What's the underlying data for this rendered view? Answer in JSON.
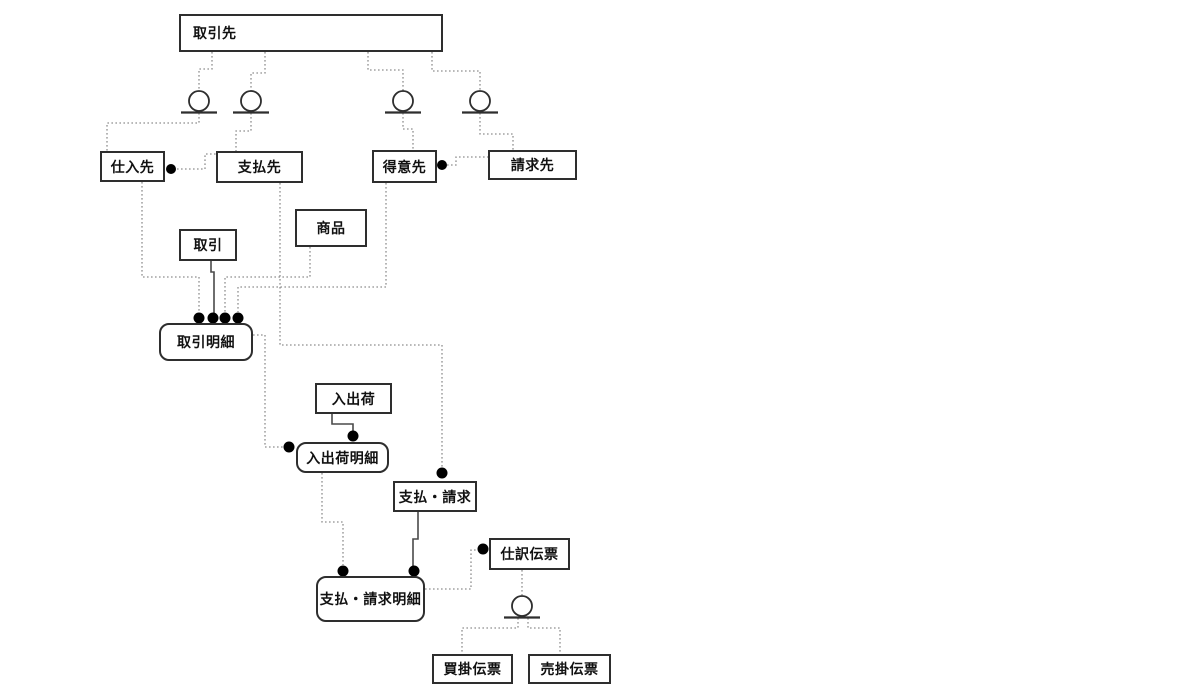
{
  "diagram": {
    "kind": "entity-relationship-diagram",
    "notation": "TM (T-style ER)",
    "colors": {
      "background": "#ffffff",
      "box_border": "#2e2e2e",
      "text": "#111111",
      "dotted_line": "#8f8f8f",
      "solid_line": "#4a4a4a",
      "identity_dot": "#000000"
    },
    "entities": {
      "torihikisaki": {
        "label": "取引先"
      },
      "shiiresaki": {
        "label": "仕入先"
      },
      "shiharaisaki": {
        "label": "支払先"
      },
      "tokuisaki": {
        "label": "得意先"
      },
      "seikyusaki": {
        "label": "請求先"
      },
      "shohin": {
        "label": "商品"
      },
      "torihiki": {
        "label": "取引"
      },
      "torihiki_meisai": {
        "label": "取引明細"
      },
      "nyushukka": {
        "label": "入出荷"
      },
      "nyushukka_meisai": {
        "label": "入出荷明細"
      },
      "shiharai_seikyu": {
        "label": "支払・請求"
      },
      "shiwake_denpyo": {
        "label": "仕訳伝票"
      },
      "shiharai_seikyu_meisai": {
        "label": "支払・請求明細"
      },
      "kaikake_denpyo": {
        "label": "買掛伝票"
      },
      "urikake_denpyo": {
        "label": "売掛伝票"
      }
    },
    "symbols": {
      "subset_symbol": "circle-with-bar",
      "identity_dot": "filled-black-circle",
      "relationship_line_dotted": "dotted",
      "relationship_line_identifying": "solid"
    }
  }
}
